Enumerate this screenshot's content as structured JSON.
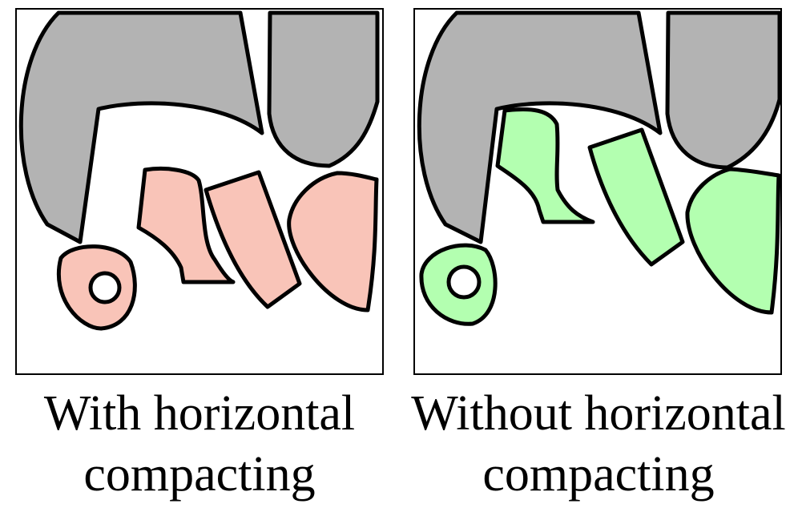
{
  "panels": [
    {
      "id": "with",
      "caption_line1": "With horizontal",
      "caption_line2": "compacting",
      "part_color": "#f9c4b8"
    },
    {
      "id": "without",
      "caption_line1": "Without horizontal",
      "caption_line2": "compacting",
      "part_color": "#b3ffb0"
    }
  ],
  "fixture_color": "#b3b3b3",
  "outline_color": "#000000"
}
